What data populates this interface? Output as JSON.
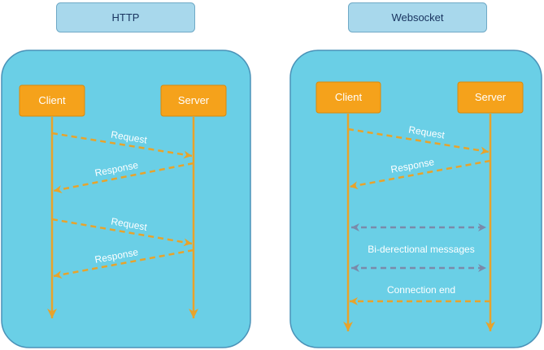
{
  "http": {
    "title": "HTTP",
    "client": "Client",
    "server": "Server",
    "request_1": "Request",
    "response_1": "Response",
    "request_2": "Request",
    "response_2": "Response"
  },
  "websocket": {
    "title": "Websocket",
    "client": "Client",
    "server": "Server",
    "request": "Request",
    "response": "Response",
    "bidirectional": "Bi-derectional messages",
    "connection_end": "Connection end"
  },
  "colors": {
    "panel": "#6acfe6",
    "title_box": "#a8d8ec",
    "node": "#f5a21b",
    "arrow": "#e8a32b",
    "bidirectional_arrow": "#7a8aaa",
    "label_text": "#ffffff",
    "title_text": "#1a3560"
  }
}
